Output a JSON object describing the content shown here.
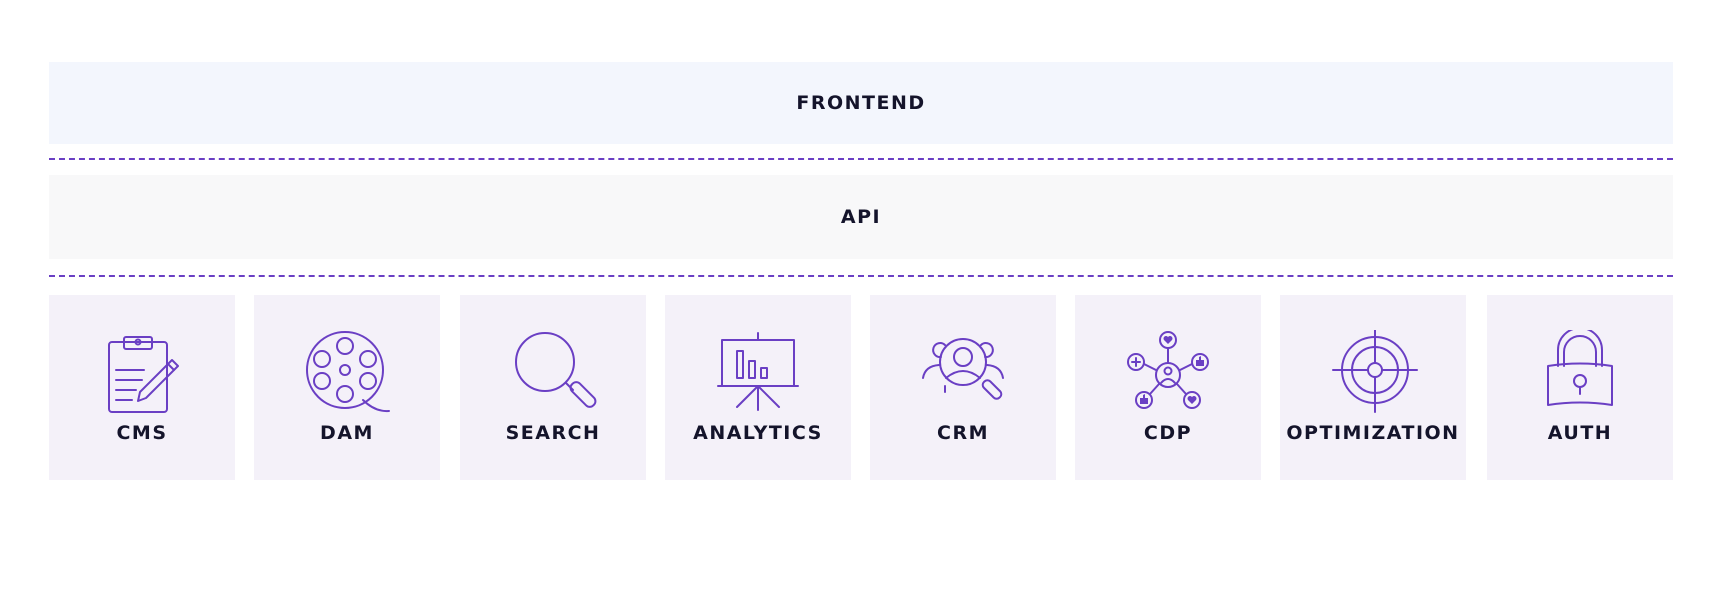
{
  "layers": {
    "frontend": "FRONTEND",
    "api": "API"
  },
  "services": [
    {
      "label": "CMS",
      "icon": "clipboard-pencil-icon"
    },
    {
      "label": "DAM",
      "icon": "film-reel-icon"
    },
    {
      "label": "SEARCH",
      "icon": "magnifier-icon"
    },
    {
      "label": "ANALYTICS",
      "icon": "presentation-chart-icon"
    },
    {
      "label": "CRM",
      "icon": "user-search-icon"
    },
    {
      "label": "CDP",
      "icon": "network-hub-icon"
    },
    {
      "label": "OPTIMIZATION",
      "icon": "crosshair-target-icon"
    },
    {
      "label": "AUTH",
      "icon": "padlock-icon"
    }
  ],
  "colors": {
    "accent": "#6a3fc4",
    "text": "#14142b",
    "frontend_bg": "#f3f6fd",
    "api_bg": "#f8f8f9",
    "tile_bg": "#f4f1f9"
  }
}
